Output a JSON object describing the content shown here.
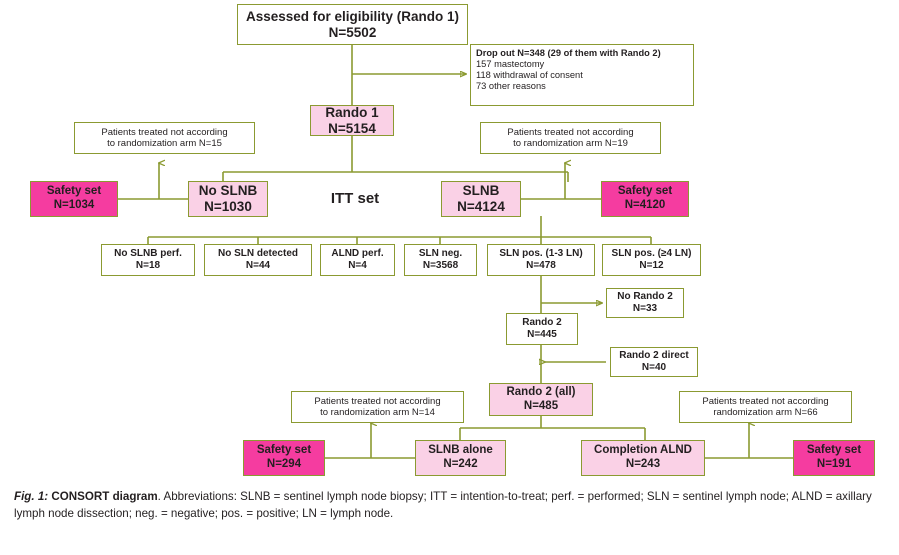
{
  "figure": {
    "title": "CONSORT diagram",
    "caption_label": "Fig. 1:",
    "caption_title": "CONSORT diagram",
    "caption_text": ". Abbreviations: SLNB = sentinel lymph node biopsy; ITT = intention-to-treat; perf. = performed; SLN = sentinel lymph node; ALND = axillary lymph node dissection; neg. = negative; pos. = positive; LN = lymph node."
  },
  "colors": {
    "border_olive": "#8B9A31",
    "pink_light": "#FAD1E6",
    "pink_deep": "#F53CA0",
    "text": "#231f20",
    "background": "#FFFFFF"
  },
  "nodes": {
    "assessed": {
      "line1": "Assessed for eligibility (Rando 1)",
      "line2": "N=5502"
    },
    "dropout": {
      "header": "Drop out N=348 (29 of them with Rando 2)",
      "item1": "157 mastectomy",
      "item2": "118 withdrawal of consent",
      "item3": "73 other reasons"
    },
    "rando1": {
      "line1": "Rando 1",
      "line2": "N=5154"
    },
    "not_according_left_top": {
      "line1": "Patients treated not according",
      "line2": "to randomization arm N=15"
    },
    "not_according_right_top": {
      "line1": "Patients treated not according",
      "line2": "to randomization arm N=19"
    },
    "safety_set_left": {
      "line1": "Safety set",
      "line2": "N=1034"
    },
    "no_slnb": {
      "line1": "No SLNB",
      "line2": "N=1030"
    },
    "itt_label": "ITT set",
    "slnb": {
      "line1": "SLNB",
      "line2": "N=4124"
    },
    "safety_set_right": {
      "line1": "Safety set",
      "line2": "N=4120"
    },
    "no_slnb_perf": {
      "line1": "No SLNB perf.",
      "line2": "N=18"
    },
    "no_sln_detected": {
      "line1": "No SLN detected",
      "line2": "N=44"
    },
    "alnd_perf": {
      "line1": "ALND perf.",
      "line2": "N=4"
    },
    "sln_neg": {
      "line1": "SLN neg.",
      "line2": "N=3568"
    },
    "sln_pos_1_3": {
      "line1": "SLN pos. (1-3 LN)",
      "line2": "N=478"
    },
    "sln_pos_4plus": {
      "line1": "SLN pos. (≥4 LN)",
      "line2": "N=12"
    },
    "no_rando2": {
      "line1": "No Rando 2",
      "line2": "N=33"
    },
    "rando2": {
      "line1": "Rando 2",
      "line2": "N=445"
    },
    "rando2_direct": {
      "line1": "Rando 2 direct",
      "line2": "N=40"
    },
    "rando2_all": {
      "line1": "Rando 2 (all)",
      "line2": "N=485"
    },
    "not_according_bottom_left": {
      "line1": "Patients treated not according",
      "line2": "to randomization arm N=14"
    },
    "not_according_bottom_right": {
      "line1": "Patients treated not according",
      "line2": "randomization arm N=66"
    },
    "safety_set_bottom_left": {
      "line1": "Safety set",
      "line2": "N=294"
    },
    "slnb_alone": {
      "line1": "SLNB alone",
      "line2": "N=242"
    },
    "completion_alnd": {
      "line1": "Completion ALND",
      "line2": "N=243"
    },
    "safety_set_bottom_right": {
      "line1": "Safety set",
      "line2": "N=191"
    }
  }
}
